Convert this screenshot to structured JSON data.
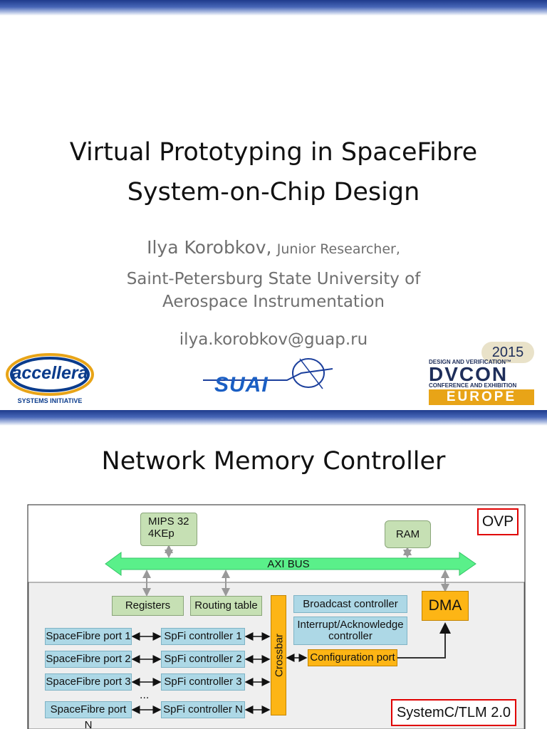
{
  "slide1": {
    "title_line1": "Virtual Prototyping in SpaceFibre",
    "title_line2": "System-on-Chip Design",
    "author_name": "Ilya Korobkov,",
    "author_role": "Junior Researcher,",
    "affiliation_line1": "Saint-Petersburg State University of",
    "affiliation_line2": "Aerospace Instrumentation",
    "email": "ilya.korobkov@guap.ru",
    "logo_left_text": "accellera",
    "logo_left_sub": "SYSTEMS INITIATIVE",
    "logo_center_text": "SUAI",
    "logo_right": {
      "year": "2015",
      "line1": "DESIGN AND VERIFICATION™",
      "line2": "DVCON",
      "line3": "CONFERENCE AND EXHIBITION",
      "line4": "EUROPE"
    }
  },
  "slide2": {
    "title": "Network Memory Controller",
    "diagram": {
      "ovp_label": "OVP",
      "systemc_label": "SystemC/TLM 2.0",
      "mips_line1": "MIPS 32",
      "mips_line2": "4KEp",
      "ram": "RAM",
      "axi_bus": "AXI BUS",
      "registers": "Registers",
      "routing_table": "Routing table",
      "broadcast_controller": "Broadcast controller",
      "interrupt_line1": "Interrupt/Acknowledge",
      "interrupt_line2": "controller",
      "dma": "DMA",
      "crossbar": "Crossbar",
      "configuration_port": "Configuration port",
      "ports": [
        "SpaceFibre port 1",
        "SpaceFibre port 2",
        "SpaceFibre port 3",
        "SpaceFibre port N"
      ],
      "controllers": [
        "SpFi controller 1",
        "SpFi controller 2",
        "SpFi controller 3",
        "SpFi controller N"
      ],
      "ellipsis": "..."
    }
  },
  "colors": {
    "header_bar": "#1f3b8c",
    "green_block": "#c6e0b4",
    "blue_block": "#add8e6",
    "orange_block": "#fdb515",
    "axi_bus": "#5af08a",
    "label_border": "#e00000"
  }
}
